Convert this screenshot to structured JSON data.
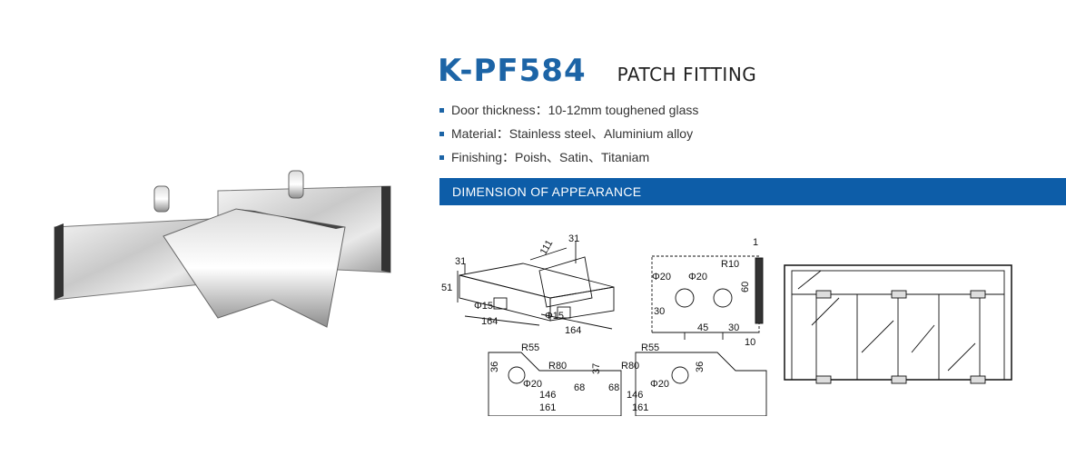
{
  "product": {
    "model": "K-PF584",
    "name": "PATCH FITTING"
  },
  "specs": [
    {
      "label": "Door thickness：10-12mm toughened glass"
    },
    {
      "label": "Material：Stainless steel、Aluminium alloy"
    },
    {
      "label": "Finishing：Poish、Satin、Titaniam"
    }
  ],
  "section": {
    "label": "DIMENSION OF APPEARANCE"
  },
  "dimensions": {
    "d_31a": "31",
    "d_111": "111",
    "d_31b": "31",
    "d_51": "51",
    "d_phi15a": "Φ15",
    "d_phi15b": "Φ15",
    "d_164a": "164",
    "d_164b": "164",
    "d_1": "1",
    "d_r10": "R10",
    "d_phi20a": "Φ20",
    "d_phi20b": "Φ20",
    "d_60": "60",
    "d_30a": "30",
    "d_45": "45",
    "d_30b": "30",
    "d_10": "10",
    "d_r55a": "R55",
    "d_r55b": "R55",
    "d_36a": "36",
    "d_r80a": "R80",
    "d_37": "37",
    "d_r80b": "R80",
    "d_36b": "36",
    "d_phi20c": "Φ20",
    "d_68a": "68",
    "d_68b": "68",
    "d_phi20d": "Φ20",
    "d_146a": "146",
    "d_146b": "146",
    "d_161a": "161",
    "d_161b": "161"
  },
  "colors": {
    "brand": "#1c64a6",
    "band": "#0d5da8"
  }
}
